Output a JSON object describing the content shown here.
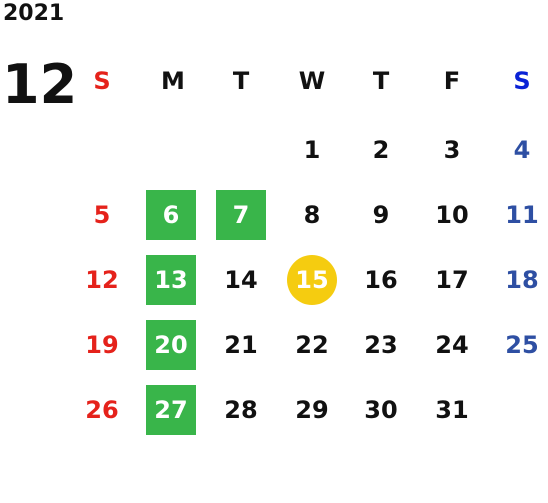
{
  "year": "2021",
  "month": "12",
  "weekdays": [
    "S",
    "M",
    "T",
    "W",
    "T",
    "F",
    "S"
  ],
  "weeks": [
    [
      "",
      "",
      "",
      "1",
      "2",
      "3",
      "4"
    ],
    [
      "5",
      "6",
      "7",
      "8",
      "9",
      "10",
      "11"
    ],
    [
      "12",
      "13",
      "14",
      "15",
      "16",
      "17",
      "18"
    ],
    [
      "19",
      "20",
      "21",
      "22",
      "23",
      "24",
      "25"
    ],
    [
      "26",
      "27",
      "28",
      "29",
      "30",
      "31",
      ""
    ]
  ],
  "highlighted_days": [
    "6",
    "7",
    "13",
    "20",
    "27"
  ],
  "today": "15",
  "colors": {
    "sunday": "#e5221b",
    "saturday": "#2e4fa3",
    "highlight": "#39b54a",
    "today": "#f5cc10"
  }
}
